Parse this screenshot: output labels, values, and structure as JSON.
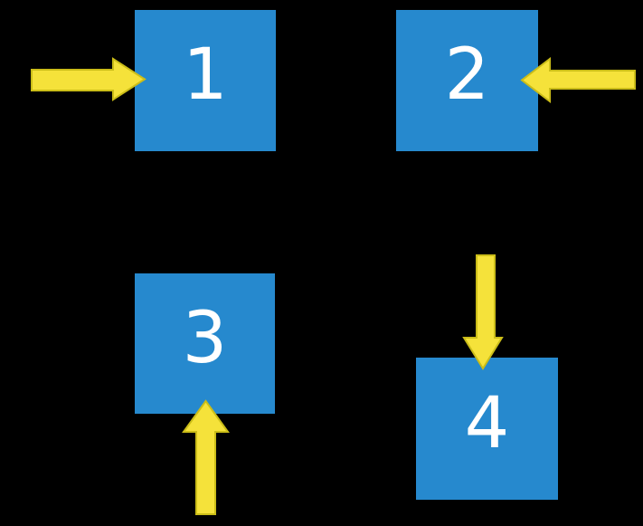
{
  "diagram": {
    "description": "Four numbered blue squares on a black background, each indicated by a yellow arrow",
    "colors": {
      "background": "#000000",
      "square": "#2689CE",
      "arrow": "#F5E23A",
      "arrow_outline": "#CBBD18",
      "label": "#FFFFFF"
    },
    "squares": [
      {
        "label": "1",
        "arrow_direction": "right",
        "arrow_side": "left"
      },
      {
        "label": "2",
        "arrow_direction": "left",
        "arrow_side": "right"
      },
      {
        "label": "3",
        "arrow_direction": "up",
        "arrow_side": "bottom"
      },
      {
        "label": "4",
        "arrow_direction": "down",
        "arrow_side": "top"
      }
    ]
  }
}
